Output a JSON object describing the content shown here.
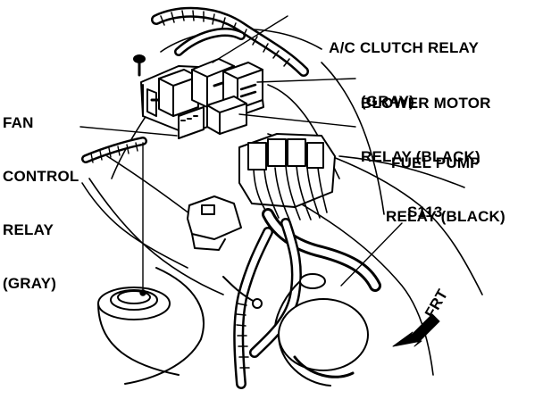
{
  "labels": {
    "ac_clutch_relay": [
      "A/C CLUTCH RELAY",
      "(GRAY)"
    ],
    "blower_motor_relay": [
      "BLOWER MOTOR",
      "RELAY (BLACK)"
    ],
    "fan_control_relay": [
      "FAN",
      "CONTROL",
      "RELAY",
      "(GRAY)"
    ],
    "fuel_pump_relay": [
      "FUEL PUMP",
      "RELAY (BLACK)"
    ],
    "splice": "S113",
    "direction": "FRT"
  },
  "colors": {
    "ink": "#000000",
    "paper": "#ffffff"
  }
}
